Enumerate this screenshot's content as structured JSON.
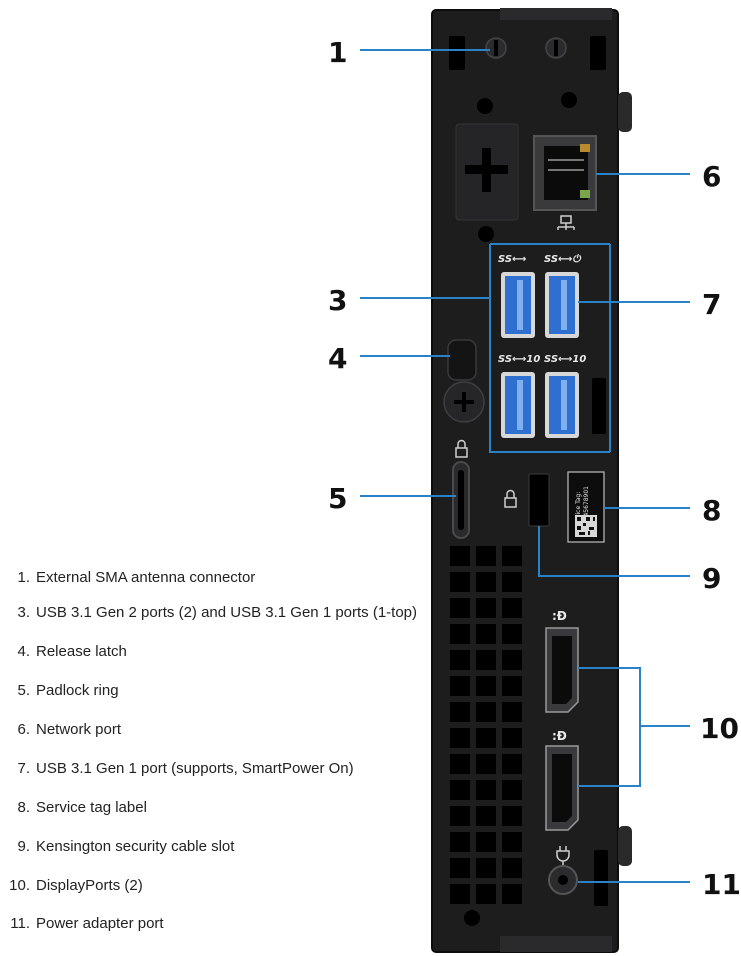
{
  "callouts": [
    "1",
    "6",
    "3",
    "7",
    "4",
    "5",
    "8",
    "9",
    "10",
    "11"
  ],
  "legend": [
    {
      "num": "1.",
      "text": "External SMA antenna connector"
    },
    {
      "num": "3.",
      "text": "USB 3.1 Gen 2 ports (2) and USB 3.1 Gen 1 ports (1-top)"
    },
    {
      "num": "4.",
      "text": "Release latch"
    },
    {
      "num": "5.",
      "text": "Padlock ring"
    },
    {
      "num": "6.",
      "text": "Network port"
    },
    {
      "num": "7.",
      "text": "USB 3.1 Gen 1 port (supports, SmartPower On)"
    },
    {
      "num": "8.",
      "text": "Service tag label"
    },
    {
      "num": "9.",
      "text": "Kensington security cable slot"
    },
    {
      "num": "10.",
      "text": "DisplayPorts (2)"
    },
    {
      "num": "11.",
      "text": "Power adapter port"
    }
  ],
  "usb_labels": [
    "SS⟷",
    "SS⟷⏻",
    "SS⟷10",
    "SS⟷10"
  ],
  "service_tag_text": [
    "Service Tag:",
    "12345678901"
  ],
  "colors": {
    "chassis": "#1d1d1e",
    "usb_blue": "#2f6fd0",
    "leader": "#2a83c8",
    "text": "#111111"
  }
}
